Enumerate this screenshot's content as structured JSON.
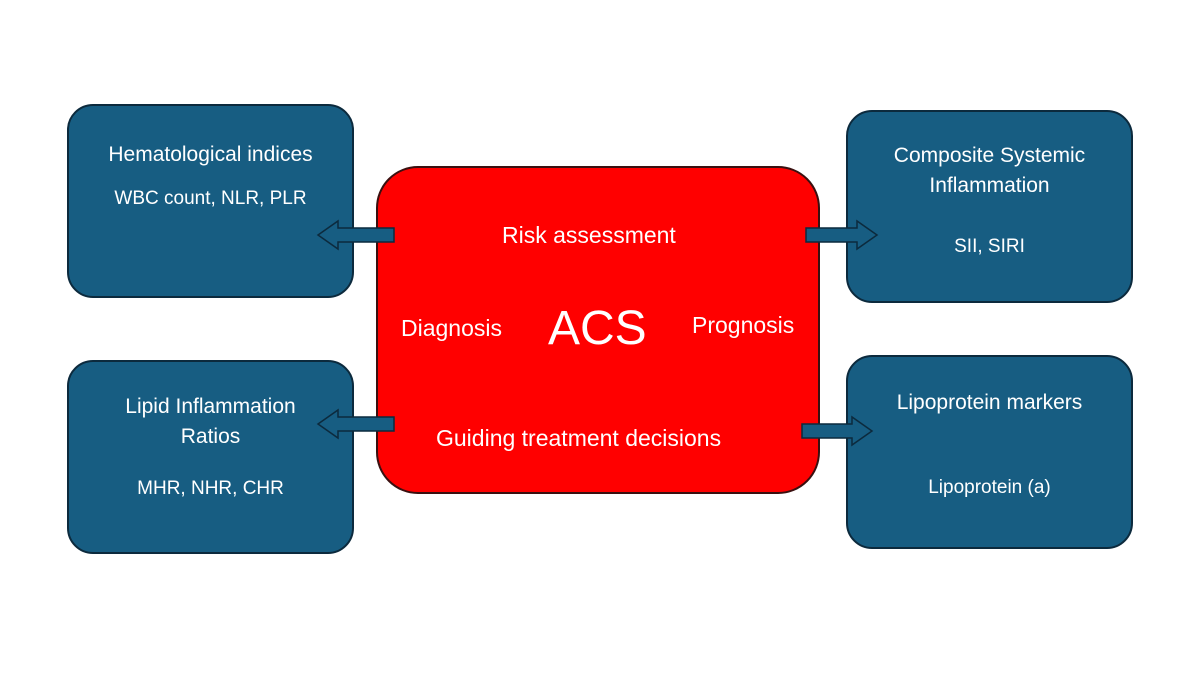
{
  "center": {
    "title": "ACS",
    "top": "Risk assessment",
    "left": "Diagnosis",
    "right": "Prognosis",
    "bottom": "Guiding treatment decisions"
  },
  "boxes": {
    "top_left": {
      "title": "Hematological indices",
      "detail": "WBC count, NLR, PLR"
    },
    "top_right": {
      "title_line1": "Composite Systemic",
      "title_line2": "Inflammation",
      "detail": "SII, SIRI"
    },
    "bottom_left": {
      "title_line1": "Lipid Inflammation",
      "title_line2": "Ratios",
      "detail": "MHR, NHR, CHR"
    },
    "bottom_right": {
      "title": "Lipoprotein markers",
      "detail": "Lipoprotein (a)"
    }
  },
  "colors": {
    "box_fill": "#175d82",
    "center_fill": "#ff0000",
    "text": "#ffffff"
  }
}
